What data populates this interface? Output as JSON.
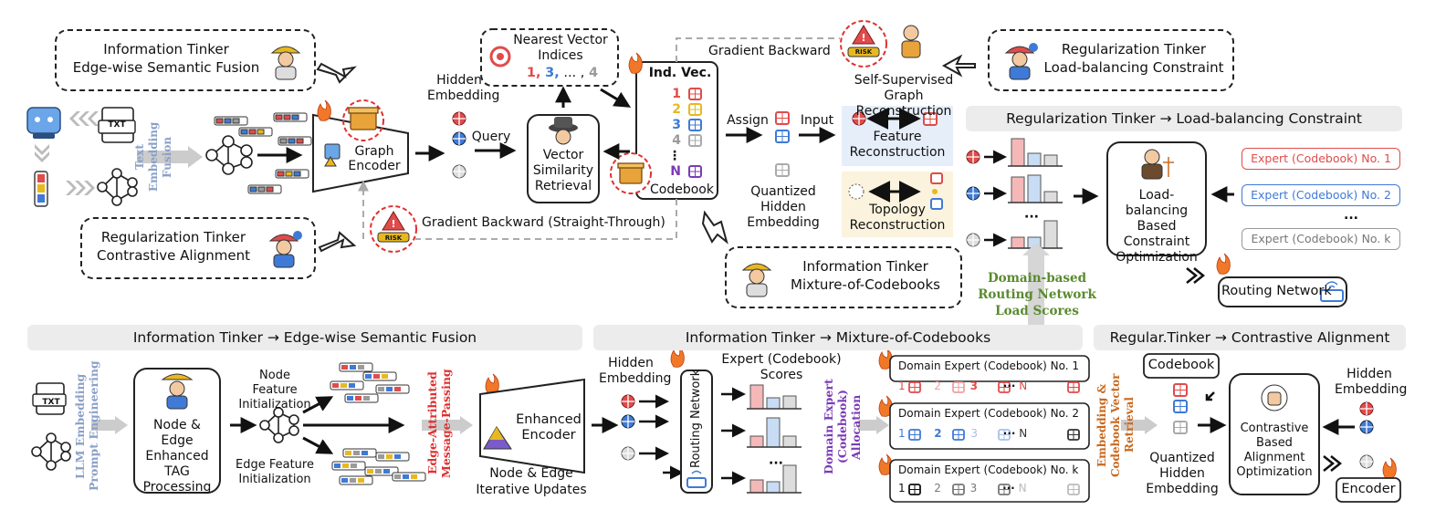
{
  "colors": {
    "red": "#e04b4b",
    "blue": "#3f7ad6",
    "yellow": "#e8b820",
    "gray": "#9a9a9a",
    "purple": "#7b3bb8",
    "green": "#5a8a2e",
    "orange": "#c9691f",
    "banner": "#ececec",
    "vtext_blue": "#8aa0c8"
  },
  "top": {
    "info_fusion": {
      "line1": "Information Tinker",
      "line2": "Edge-wise Semantic Fusion"
    },
    "reg_contrast": {
      "line1": "Regularization Tinker",
      "line2": "Contrastive Alignment"
    },
    "text_embedding_fusion": "Text Embedding Fusion",
    "txt_icon": "TXT",
    "graph_encoder": "Graph Encoder",
    "hidden_embedding": "Hidden Embedding",
    "query": "Query",
    "nearest": "Nearest Vector Indices",
    "nearest_indices": [
      "1,",
      "3,",
      "... ,",
      "4"
    ],
    "vsr": "Vector Similarity Retrieval",
    "codebook": {
      "header": "Ind. Vec.",
      "rows": [
        "1",
        "2",
        "3",
        "4",
        "⋮",
        "N"
      ],
      "label": "Codebook"
    },
    "gradient_backward": "Gradient Backward",
    "gradient_straight": "Gradient Backward (Straight-Through)",
    "assign": "Assign",
    "input": "Input",
    "quantized": "Quantized Hidden Embedding",
    "ssgr": "Self-Supervised Graph Reconstruction",
    "feature_recon": "Feature Reconstruction",
    "topology_recon": "Topology Reconstruction",
    "info_moc": {
      "line1": "Information Tinker",
      "line2": "Mixture-of-Codebooks"
    },
    "reg_load": {
      "line1": "Regularization Tinker",
      "line2": "Load-balancing Constraint"
    },
    "risk": "RISK"
  },
  "load_panel": {
    "banner": "Regularization Tinker → Load-balancing Constraint",
    "optimizer": "Load-balancing Based Constraint Optimization",
    "experts": [
      "Expert (Codebook) No. 1",
      "Expert (Codebook) No. 2",
      "...",
      "Expert (Codebook) No. k"
    ],
    "routing": "Routing Network",
    "domain_routing": "Domain-based Routing Network Load Scores"
  },
  "bottom_left": {
    "banner": "Information Tinker → Edge-wise Semantic Fusion",
    "llm_vertical": "LLM Embedding Prompt Engineering",
    "tag_processing": "Node & Edge Enhanced TAG Processing",
    "node_init": "Node Feature Initialization",
    "edge_init": "Edge Feature Initialization",
    "mp_vertical": "Edge-Attributed Message-Passing",
    "enhanced_encoder": "Enhanced Encoder",
    "iterative": "Node & Edge Iterative Updates"
  },
  "bottom_mid": {
    "banner": "Information Tinker → Mixture-of-Codebooks",
    "hidden_embedding": "Hidden Embedding",
    "routing": "Routing Network",
    "expert_scores": "Expert (Codebook) Scores",
    "alloc_vertical": "Domain Expert (Codebook) Allocation",
    "domains": [
      {
        "title": "Domain Expert (Codebook) No. 1",
        "items": [
          "1",
          "2",
          "3",
          "N"
        ]
      },
      {
        "title": "Domain Expert (Codebook) No. 2",
        "items": [
          "1",
          "2",
          "3",
          "N"
        ]
      },
      {
        "title": "Domain Expert (Codebook) No. k",
        "items": [
          "1",
          "2",
          "3",
          "N"
        ]
      }
    ]
  },
  "bottom_right": {
    "banner": "Regular.Tinker → Contrastive Alignment",
    "retrieval_vertical": "Embedding & Codebook Vector Retrieval",
    "codebook": "Codebook",
    "quantized": "Quantized Hidden Embedding",
    "optimizer": "Contrastive Based Alignment Optimization",
    "hidden_embedding": "Hidden Embedding",
    "encoder": "Encoder"
  }
}
